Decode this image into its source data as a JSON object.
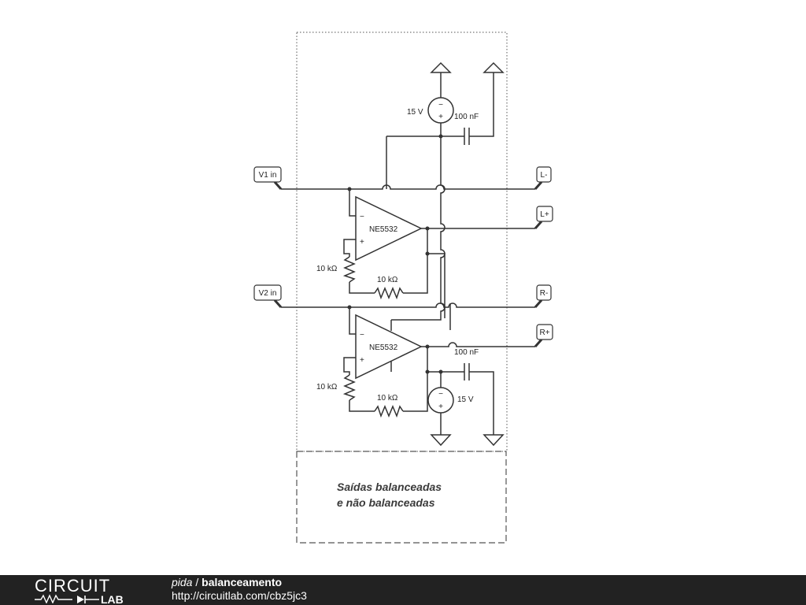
{
  "schematic": {
    "ports": {
      "v1_in": "V1 in",
      "v2_in": "V2 in",
      "l_minus": "L-",
      "l_plus": "L+",
      "r_minus": "R-",
      "r_plus": "R+"
    },
    "opamps": {
      "u1": "NE5532",
      "u2": "NE5532"
    },
    "sources": {
      "v_top": "15 V",
      "v_bottom": "15 V"
    },
    "capacitors": {
      "c_top": "100 nF",
      "c_bottom": "100 nF"
    },
    "resistors": {
      "r1": "10 kΩ",
      "r2": "10 kΩ",
      "r3": "10 kΩ",
      "r4": "10 kΩ"
    },
    "signs": {
      "minus": "−",
      "plus": "+"
    },
    "note": {
      "line1": "Saídas balanceadas",
      "line2": "e não balanceadas"
    }
  },
  "footer": {
    "brand_top": "CIRCUIT",
    "brand_bottom": "LAB",
    "user": "pida",
    "separator": " / ",
    "title": "balanceamento",
    "url": "http://circuitlab.com/cbz5jc3"
  },
  "colors": {
    "footer_bg": "#222222",
    "wire": "#333333"
  }
}
